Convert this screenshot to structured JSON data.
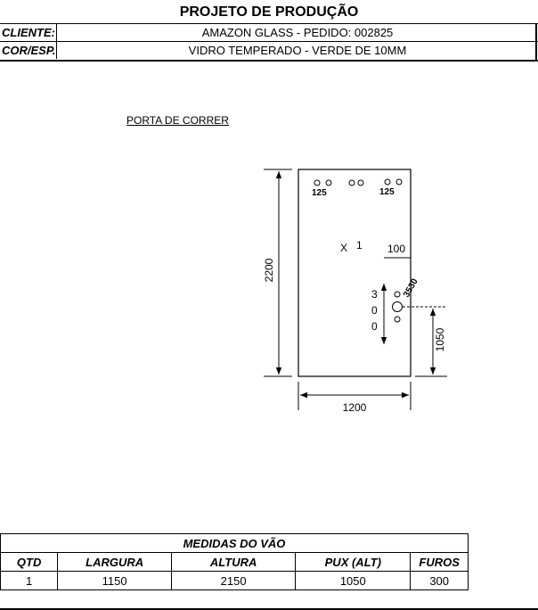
{
  "header": {
    "title": "PROJETO DE PRODUÇÃO",
    "client_label": "CLIENTE:",
    "client_value": "AMAZON GLASS - PEDIDO: 002825",
    "color_label": "COR/ESP.",
    "color_value": "VIDRO TEMPERADO - VERDE DE 10MM"
  },
  "drawing": {
    "subtitle": "PORTA DE CORRER",
    "height_dim": "2200",
    "width_dim": "1200",
    "handle_height_dim": "1050",
    "top_left_hole_dim": "125",
    "top_right_hole_dim": "125",
    "mark_x": "X",
    "mark_number": "1",
    "handle_offset_dim": "100",
    "handle_spacing_digits": [
      "3",
      "0",
      "0"
    ],
    "handle_diag_dim": "3530"
  },
  "table": {
    "caption": "MEDIDAS DO VÃO",
    "headers": [
      "QTD",
      "LARGURA",
      "ALTURA",
      "PUX (ALT)",
      "FUROS"
    ],
    "row": [
      "1",
      "1150",
      "2150",
      "1050",
      "300"
    ]
  }
}
